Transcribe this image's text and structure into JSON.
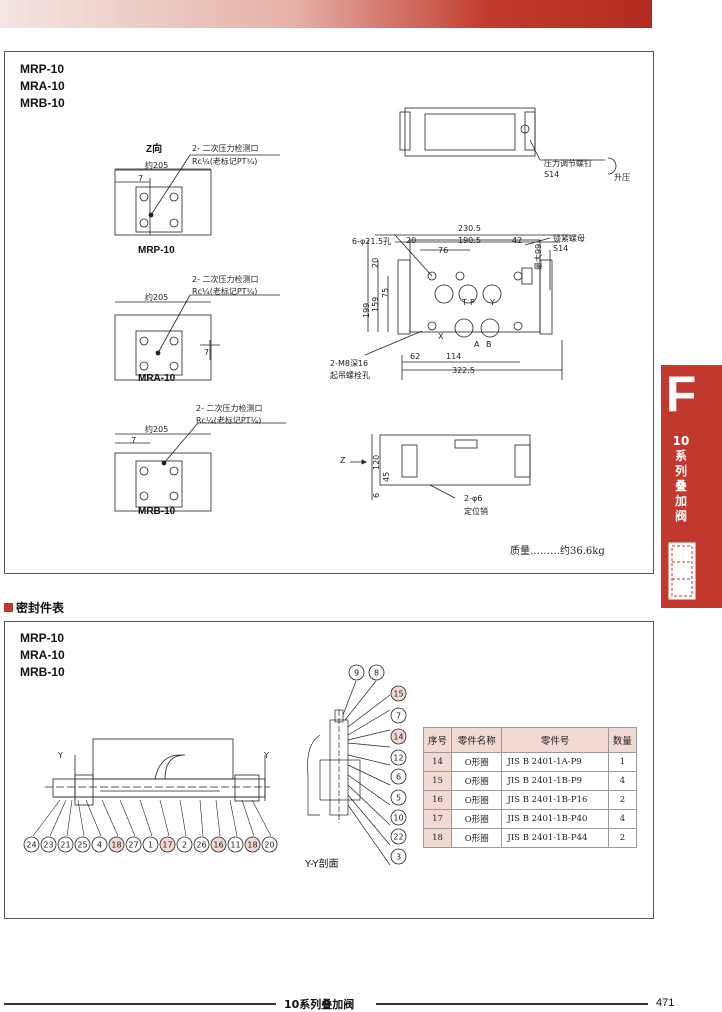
{
  "header": {
    "title": "叠加阀"
  },
  "side_tab": {
    "letter": "F",
    "text": "10系列叠加阀"
  },
  "dims": {
    "models": [
      "MRP-10",
      "MRA-10",
      "MRB-10"
    ],
    "z_view": "Z向",
    "port_note_1": "2- 二次压力检测口",
    "port_note_2": "Rc¼(老标记PT¼)",
    "about_205": "约205",
    "d7": "7",
    "label_mrp": "MRP-10",
    "label_mra": "MRA-10",
    "label_mrb": "MRB-10",
    "adj_screw": "压力调节螺钉",
    "s14": "S14",
    "rise": "升压",
    "lock_nut": "锁紧螺母",
    "max99": "最大99",
    "holes": "6-φ21.5孔",
    "d230_5": "230.5",
    "d190_5": "190.5",
    "d20": "20",
    "d42": "42",
    "d76": "76",
    "d199": "199",
    "d159": "159",
    "d75": "75",
    "d20v": "20",
    "d62": "62",
    "d114": "114",
    "d322_5": "322.5",
    "m8": "2-M8深16",
    "lift": "起吊螺栓孔",
    "ports": [
      "T",
      "P",
      "Y",
      "X",
      "A",
      "B"
    ],
    "z_arrow": "Z",
    "d120": "120",
    "d45": "45",
    "d6": "6",
    "pin": "2-φ6",
    "pin_name": "定位销",
    "mass": "质量………约36.6kg"
  },
  "seals": {
    "section_title": "密封件表",
    "models": [
      "MRP-10",
      "MRA-10",
      "MRB-10"
    ],
    "section_label": "Y-Y剖面",
    "y_mark": "Y",
    "bottom_balloons": [
      "24",
      "23",
      "21",
      "25",
      "4",
      "18",
      "27",
      "1",
      "17",
      "2",
      "26",
      "16",
      "11",
      "18",
      "20"
    ],
    "right_balloons": [
      "9",
      "8",
      "15",
      "7",
      "14",
      "12",
      "6",
      "5",
      "10",
      "22",
      "3"
    ],
    "table": {
      "headers": [
        "序号",
        "零件名称",
        "零件号",
        "数量"
      ],
      "rows": [
        [
          "14",
          "O形圈",
          "JIS B 2401-1A-P9",
          "1"
        ],
        [
          "15",
          "O形圈",
          "JIS B 2401-1B-P9",
          "4"
        ],
        [
          "16",
          "O形圈",
          "JIS B 2401-1B-P16",
          "2"
        ],
        [
          "17",
          "O形圈",
          "JIS B 2401-1B-P40",
          "4"
        ],
        [
          "18",
          "O形圈",
          "JIS B 2401-1B-P44",
          "2"
        ]
      ]
    }
  },
  "footer": {
    "text": "10系列叠加阀",
    "page": "471"
  },
  "colors": {
    "accent": "#c2382c",
    "highlight_balloon": "#f3d9d3"
  }
}
